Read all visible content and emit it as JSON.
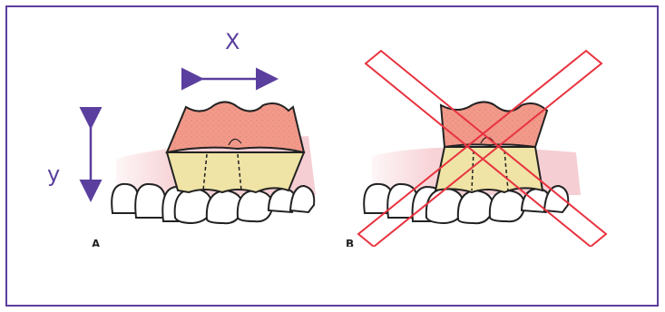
{
  "labels": {
    "width": "X",
    "height": "y"
  },
  "panels": [
    {
      "caption": "A"
    },
    {
      "caption": "B"
    }
  ],
  "colors": {
    "frame": "#5b3f9e",
    "arrows": "#5b3f9e",
    "graft_top": "#f2998a",
    "graft_bottom": "#efe3a6",
    "gum": "#f7d2d6",
    "cross": "#e8333f"
  }
}
